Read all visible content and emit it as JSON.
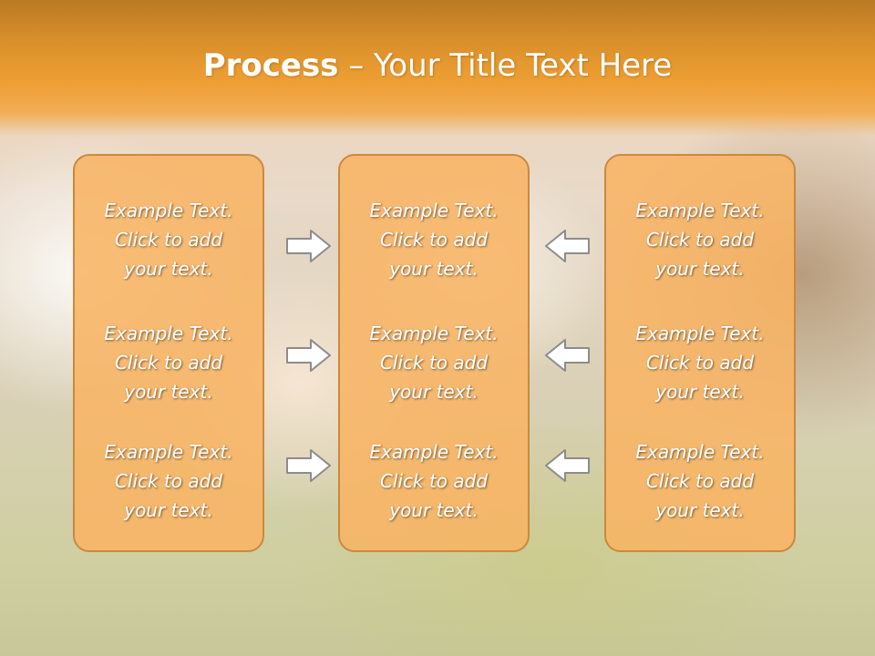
{
  "title": {
    "bold": "Process",
    "rest": " – Your Title Text Here"
  },
  "columns": [
    {
      "items": [
        {
          "line1": "Example Text.",
          "line2": "Click  to add",
          "line3": "your text."
        },
        {
          "line1": "Example Text.",
          "line2": "Click  to add",
          "line3": "your text."
        },
        {
          "line1": "Example Text.",
          "line2": "Click  to add",
          "line3": "your text."
        }
      ]
    },
    {
      "items": [
        {
          "line1": "Example Text.",
          "line2": "Click  to add",
          "line3": "your text."
        },
        {
          "line1": "Example Text.",
          "line2": "Click  to add",
          "line3": "your text."
        },
        {
          "line1": "Example Text.",
          "line2": "Click  to add",
          "line3": "your text."
        }
      ]
    },
    {
      "items": [
        {
          "line1": "Example Text.",
          "line2": "Click  to add",
          "line3": "your text."
        },
        {
          "line1": "Example Text.",
          "line2": "Click  to add",
          "line3": "your text."
        },
        {
          "line1": "Example Text.",
          "line2": "Click  to add",
          "line3": "your text."
        }
      ]
    }
  ],
  "arrows": {
    "left_group": "right-arrow-icon",
    "right_group": "left-arrow-icon"
  },
  "colors": {
    "header": "#ee9f33",
    "box_fill": "#f8b464",
    "box_border": "#c88a3e",
    "text": "#ffffff"
  }
}
